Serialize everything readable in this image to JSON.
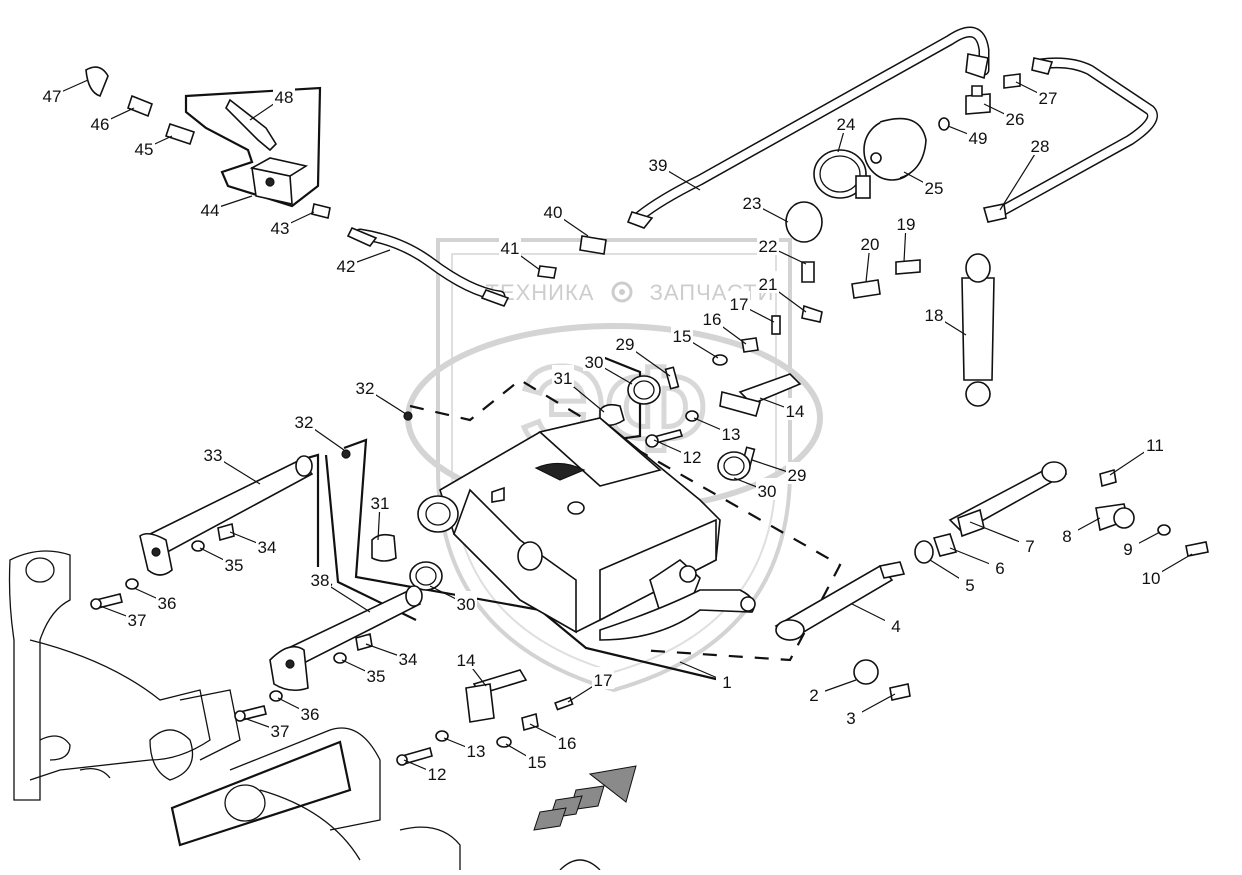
{
  "watermark": {
    "left_text": "ТЕХНИКА",
    "right_text": "ЗАПЧАСТИ",
    "logo_text": "ЭФ"
  },
  "callouts": [
    "1",
    "2",
    "3",
    "4",
    "5",
    "6",
    "7",
    "8",
    "9",
    "10",
    "11",
    "12",
    "12",
    "13",
    "13",
    "14",
    "14",
    "15",
    "15",
    "16",
    "16",
    "17",
    "17",
    "18",
    "19",
    "20",
    "21",
    "22",
    "23",
    "24",
    "25",
    "26",
    "27",
    "28",
    "29",
    "29",
    "30",
    "30",
    "30",
    "31",
    "31",
    "32",
    "32",
    "33",
    "34",
    "34",
    "35",
    "35",
    "36",
    "36",
    "37",
    "37",
    "38",
    "39",
    "40",
    "41",
    "42",
    "43",
    "44",
    "45",
    "46",
    "47",
    "48",
    "49"
  ]
}
